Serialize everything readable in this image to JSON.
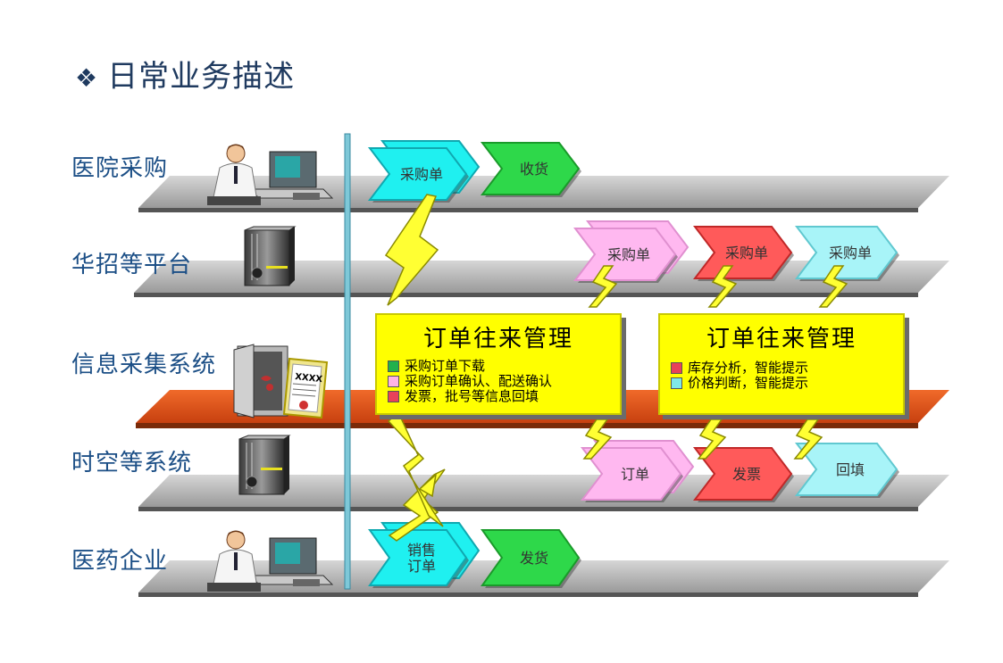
{
  "title": "日常业务描述",
  "title_bullet": "❖",
  "lanes": [
    {
      "label": "医院采购"
    },
    {
      "label": "华招等平台"
    },
    {
      "label": "信息采集系统"
    },
    {
      "label": "时空等系统"
    },
    {
      "label": "医药企业"
    }
  ],
  "chevrons": {
    "hospital_order": "采购单",
    "hospital_receive": "收货",
    "platform_order_1": "采购单",
    "platform_order_2": "采购单",
    "platform_order_3": "采购单",
    "erp_order": "订单",
    "erp_invoice": "发票",
    "erp_backfill": "回填",
    "pharma_sales_order_l1": "销售",
    "pharma_sales_order_l2": "订单",
    "pharma_ship": "发货"
  },
  "mgmt_left": {
    "title": "订单往来管理",
    "items": [
      {
        "text": "采购订单下载",
        "color": "#22b14c"
      },
      {
        "text": "采购订单确认、配送确认",
        "color": "#ffb3e6"
      },
      {
        "text": "发票，批号等信息回填",
        "color": "#e8415a"
      }
    ]
  },
  "mgmt_right": {
    "title": "订单往来管理",
    "items": [
      {
        "text": "库存分析，智能提示",
        "color": "#e8415a"
      },
      {
        "text": "价格判断，智能提示",
        "color": "#7fe8e8"
      }
    ]
  },
  "doc_label": "XXXX",
  "colors": {
    "cyan": "#1ff0f0",
    "green": "#2ed84a",
    "pink": "#ffb8f0",
    "red": "#ff5a5a",
    "light_cyan": "#a8f4f8",
    "orange_platform": "#e0521a",
    "gray_platform": "#a9a9a9",
    "bolt": "#ffff33"
  }
}
